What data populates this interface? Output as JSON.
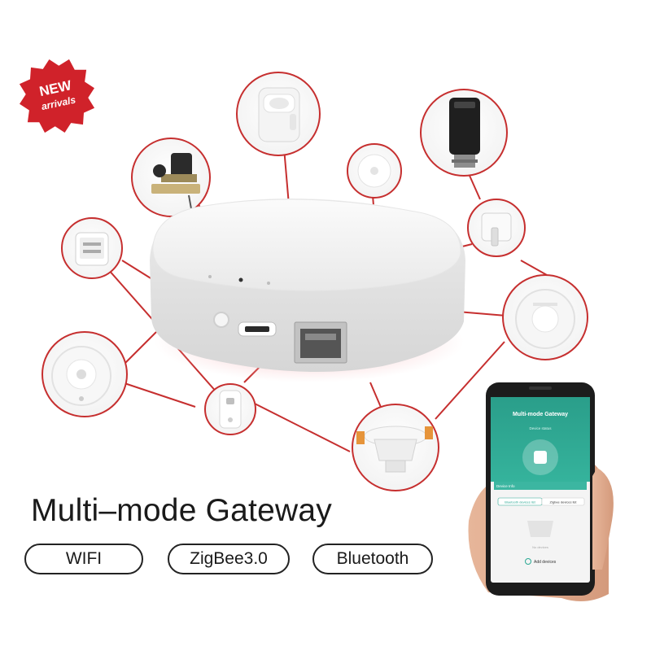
{
  "badge": {
    "line1": "NEW",
    "line2": "arrivals"
  },
  "title": "Multi–mode Gateway",
  "protocols": [
    {
      "label": "WIFI"
    },
    {
      "label": "ZigBee3.0"
    },
    {
      "label": "Bluetooth"
    }
  ],
  "phone": {
    "app_title": "Multi-mode Gateway",
    "status_small": "Device status",
    "device_info": "Device Info",
    "tabs": [
      "Bluetooth devices list",
      "Zigbee devices list"
    ],
    "empty_text": "No devices",
    "add_button": "Add devices"
  },
  "colors": {
    "accent_red": "#c62f2f",
    "app_teal": "#2aa893",
    "badge_red": "#d0222a"
  }
}
